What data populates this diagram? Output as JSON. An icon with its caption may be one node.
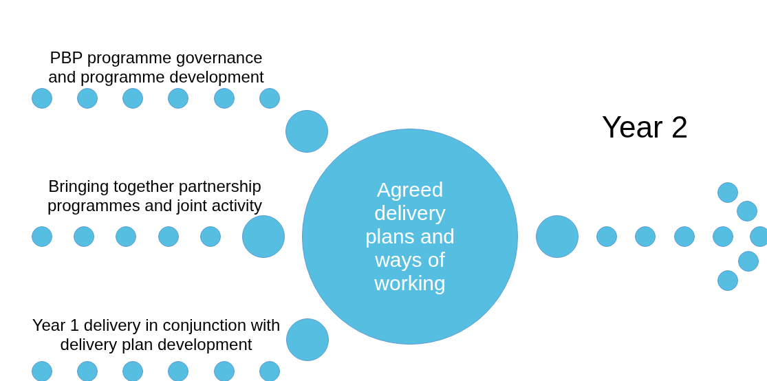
{
  "diagram": {
    "nodes": [
      {
        "text": [],
        "shape": "circle"
      },
      {
        "text": [],
        "shape": "circle"
      },
      {
        "text": [],
        "shape": "circle"
      },
      {
        "text": [],
        "shape": "circle"
      },
      {
        "text": [],
        "shape": "circle"
      },
      {
        "text": [],
        "shape": "circle"
      },
      {
        "text": [],
        "shape": "circle"
      },
      {
        "text": [],
        "shape": "circle"
      },
      {
        "text": [],
        "shape": "circle"
      },
      {
        "text": [],
        "shape": "circle"
      },
      {
        "text": [],
        "shape": "circle"
      },
      {
        "text": [],
        "shape": "circle"
      },
      {
        "text": [],
        "shape": "circle"
      },
      {
        "text": [
          "Agreed delivery plans and ways of working"
        ]
      },
      {
        "text": [],
        "shape": "circle"
      },
      {
        "text": [],
        "shape": "circle"
      },
      {
        "text": [],
        "shape": "circle"
      },
      {
        "text": [],
        "shape": "circle"
      },
      {
        "text": [],
        "shape": "circle"
      },
      {
        "text": [],
        "shape": "circle"
      },
      {
        "text": [],
        "shape": "circle"
      },
      {
        "text": [],
        "shape": "circle"
      },
      {
        "text": [],
        "shape": "circle"
      },
      {
        "text": [],
        "shape": "circle"
      },
      {
        "text": [],
        "shape": "circle"
      },
      {
        "text": [],
        "shape": "circle"
      },
      {
        "text": [],
        "shape": "circle"
      },
      {
        "text": [],
        "shape": "circle"
      },
      {
        "text": [],
        "shape": "circle"
      },
      {
        "text": [],
        "shape": "circle"
      },
      {
        "text": [],
        "shape": "circle"
      }
    ],
    "labels": [
      "PBP programme governance and programme development",
      "Year 2",
      "Bringing together partnership programmes and joint activity",
      "Year 1 delivery in conjunction with delivery plan development"
    ]
  }
}
